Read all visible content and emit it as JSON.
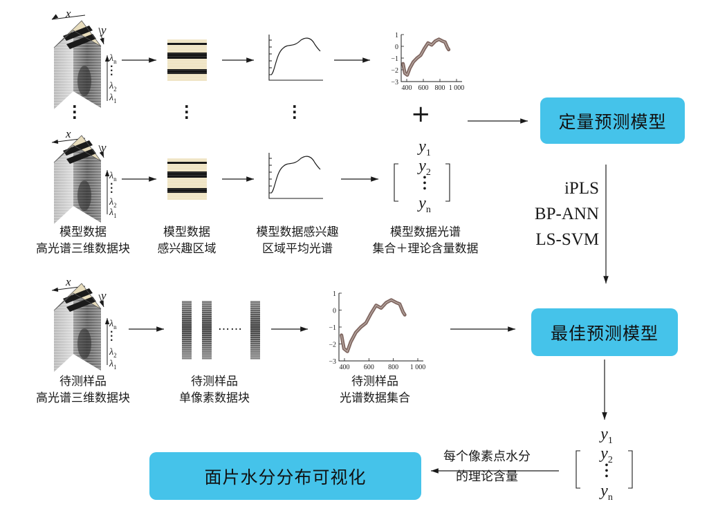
{
  "colors": {
    "box_fill": "#45c3ea",
    "arrow": "#1a1a1a",
    "spectrum_line": "#6b4e46",
    "roi_stripe": "#151515",
    "roi_bg": "#efe4c4"
  },
  "cube": {
    "x_label": "x",
    "y_label": "y",
    "lambda_top": "λ",
    "lambda_top_sub": "n",
    "lambda_mid": "λ",
    "lambda_mid_sub": "2",
    "lambda_bot": "λ",
    "lambda_bot_sub": "1"
  },
  "row1": {
    "vdots": "⋮"
  },
  "row2": {
    "captions": [
      [
        "模型数据",
        "高光谱三维数据块"
      ],
      [
        "模型数据",
        "感兴趣区域"
      ],
      [
        "模型数据感兴趣",
        "区域平均光谱"
      ],
      [
        "模型数据光谱",
        "集合＋理论含量数据"
      ]
    ]
  },
  "row3": {
    "captions": [
      [
        "待测样品",
        "高光谱三维数据块"
      ],
      [
        "待测样品",
        "单像素数据块"
      ],
      [
        "待测样品",
        "光谱数据集合"
      ]
    ],
    "pixel_ellipsis": "……"
  },
  "plus_sign": "+",
  "vector": {
    "y": "y",
    "sub1": "1",
    "sub2": "2",
    "subn": "n"
  },
  "boxes": {
    "quant_model": "定量预测模型",
    "best_model": "最佳预测模型",
    "visualization": "面片水分分布可视化"
  },
  "methods": [
    "iPLS",
    "BP-ANN",
    "LS-SVM"
  ],
  "bottom_edge_label": [
    "每个像素点水分",
    "的理论含量"
  ],
  "spectrum_plot": {
    "x_ticks": [
      "400",
      "600",
      "800",
      "1 000"
    ],
    "y_ticks": [
      "1",
      "0",
      "−1",
      "−2",
      "−3"
    ]
  }
}
